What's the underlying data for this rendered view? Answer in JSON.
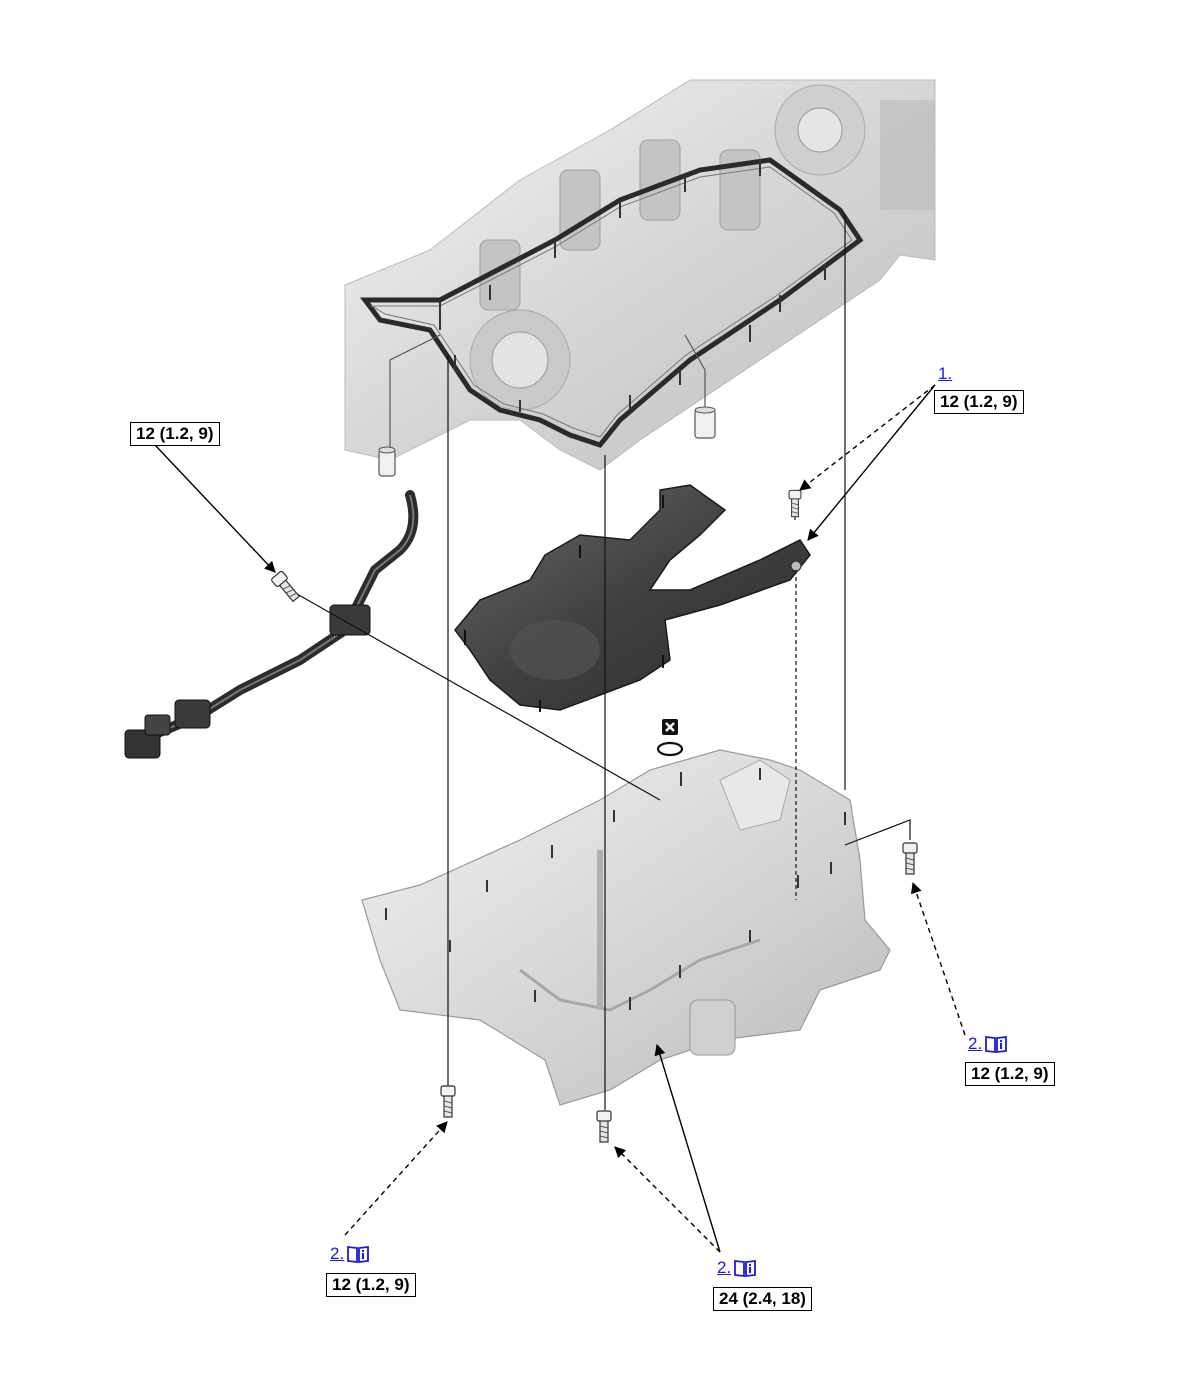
{
  "diagram": {
    "callouts": [
      {
        "id": "c1",
        "ref": "1.",
        "torque": "12 (1.2, 9)",
        "has_manual_icon": false
      },
      {
        "id": "c2",
        "ref": "",
        "torque": "12 (1.2, 9)",
        "has_manual_icon": false
      },
      {
        "id": "c3",
        "ref": "2.",
        "torque": "12 (1.2, 9)",
        "has_manual_icon": true
      },
      {
        "id": "c4",
        "ref": "2.",
        "torque": "12 (1.2, 9)",
        "has_manual_icon": true
      },
      {
        "id": "c5",
        "ref": "2.",
        "torque": "24 (2.4, 18)",
        "has_manual_icon": true
      }
    ],
    "icons": [
      "manual-info-icon",
      "non-reusable-part-icon"
    ],
    "colors": {
      "link": "#1b1bd6",
      "parts_dark": "#3a3a3a",
      "parts_light": "#d9d9d9"
    }
  }
}
